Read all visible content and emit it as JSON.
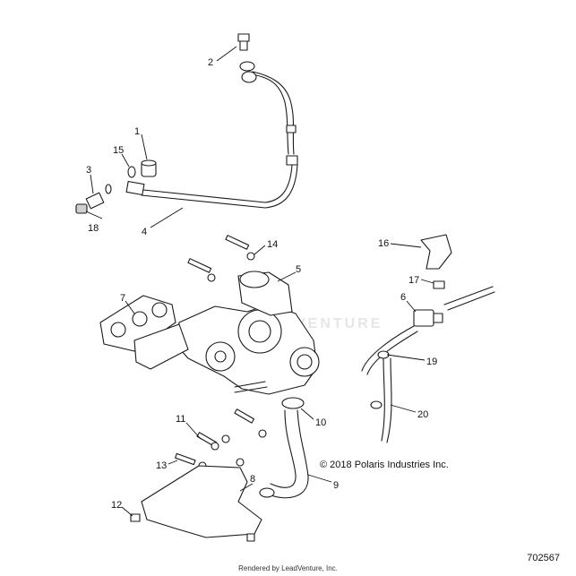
{
  "diagram": {
    "callouts": [
      "1",
      "2",
      "3",
      "4",
      "5",
      "6",
      "7",
      "8",
      "9",
      "10",
      "11",
      "12",
      "13",
      "14",
      "15",
      "16",
      "17",
      "18",
      "19",
      "20"
    ],
    "copyright": "© 2018 Polaris Industries Inc.",
    "reference_number": "702567",
    "watermark": "VENTURE",
    "footer": "Rendered by LeadVenture, Inc."
  }
}
